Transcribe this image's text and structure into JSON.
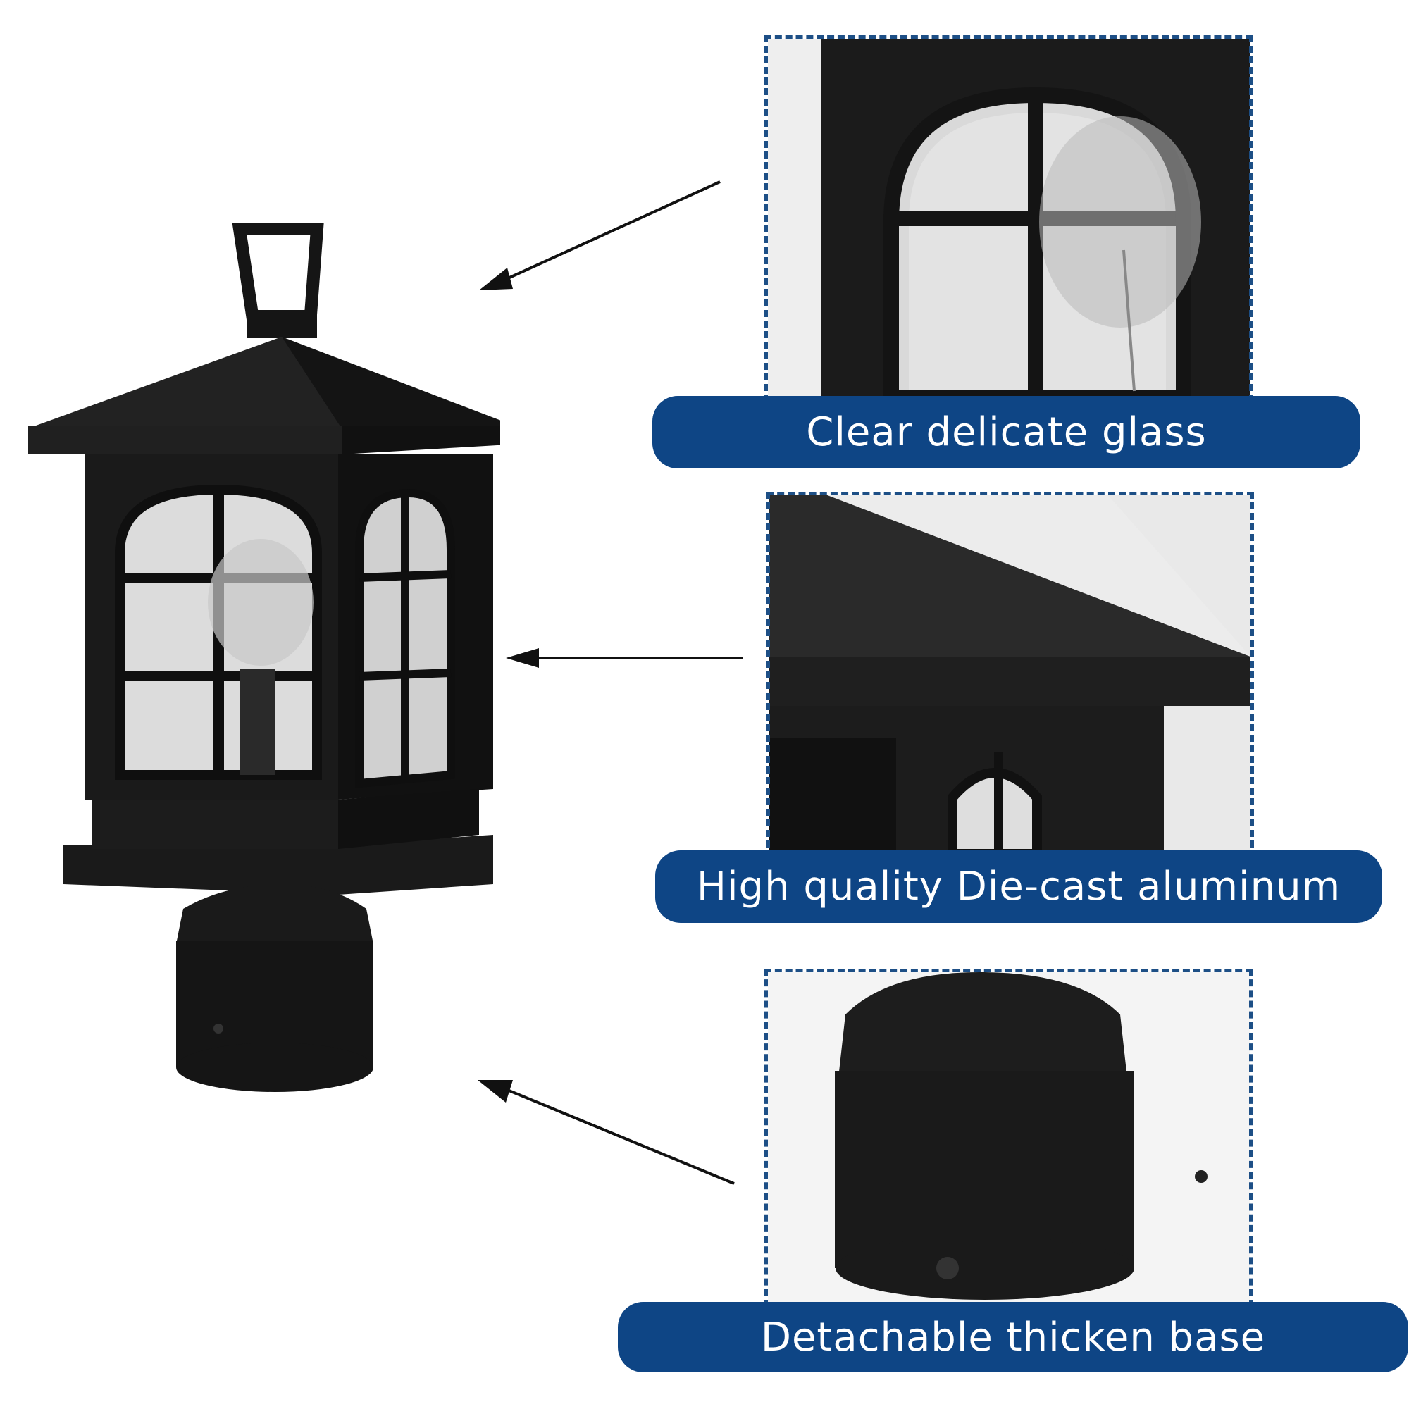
{
  "colors": {
    "accent": "#0e4585",
    "dashed_border": "#1d4f86",
    "lamp_body": "#1b1b1b",
    "background": "#ffffff"
  },
  "features": [
    {
      "id": "glass",
      "label": "Clear delicate glass"
    },
    {
      "id": "aluminum",
      "label": "High quality Die-cast aluminum"
    },
    {
      "id": "base",
      "label": "Detachable thicken base"
    }
  ]
}
